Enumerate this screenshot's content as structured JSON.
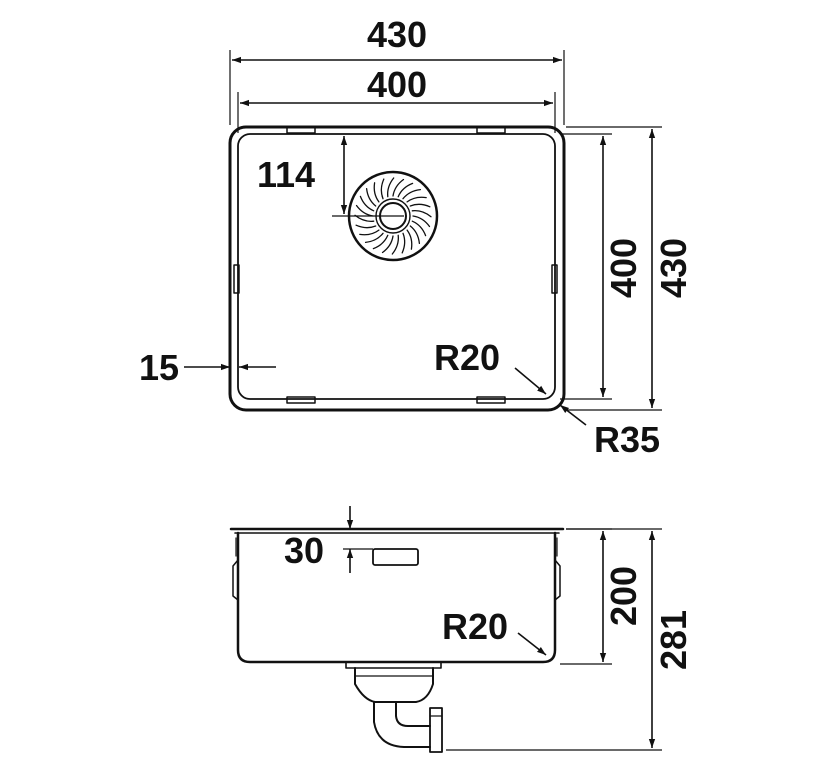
{
  "top_view": {
    "outer_width": "430",
    "inner_width": "400",
    "inner_height": "400",
    "outer_height": "430",
    "drain_offset": "114",
    "wall_offset": "15",
    "inner_radius": "R20",
    "outer_radius": "R35"
  },
  "side_view": {
    "overflow_offset": "30",
    "bowl_depth": "200",
    "total_depth": "281",
    "bottom_radius": "R20"
  }
}
